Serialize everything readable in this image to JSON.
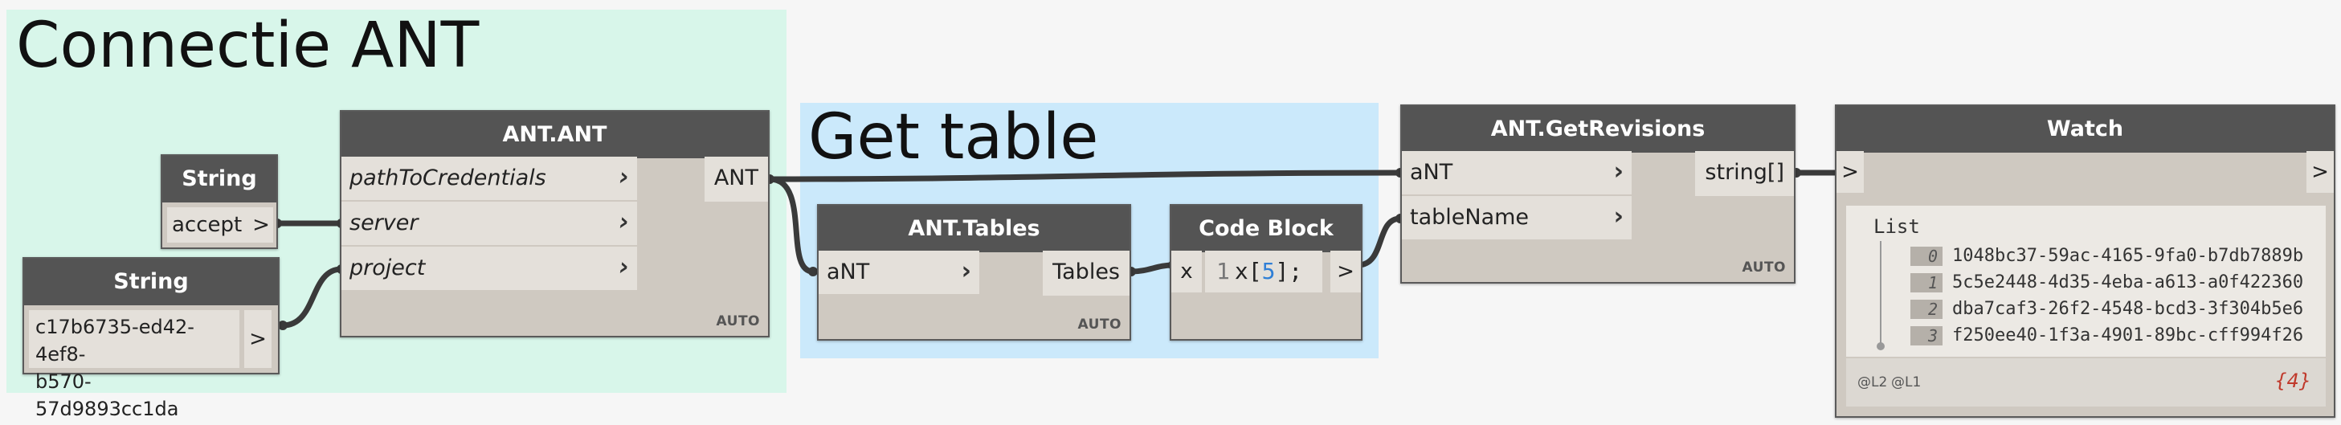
{
  "groups": [
    {
      "id": "connectie",
      "title": "Connectie ANT",
      "color": "#d8f6ea"
    },
    {
      "id": "gettable",
      "title": "Get table",
      "color": "#cbe9fb"
    }
  ],
  "nodes": {
    "string_accept": {
      "title": "String",
      "value": "accept",
      "out": ">"
    },
    "string_project": {
      "title": "String",
      "value_line1": "c17b6735-ed42-4ef8-",
      "value_line2": "b570-57d9893cc1da",
      "out": ">"
    },
    "ant_ant": {
      "title": "ANT.ANT",
      "inputs": [
        "pathToCredentials",
        "server",
        "project"
      ],
      "output": "ANT",
      "lacing": "AUTO"
    },
    "ant_tables": {
      "title": "ANT.Tables",
      "inputs": [
        "aNT"
      ],
      "output": "Tables",
      "lacing": "AUTO"
    },
    "code_block": {
      "title": "Code Block",
      "input": "x",
      "line_number": "1",
      "code_var": "x",
      "code_open": "[",
      "code_index": "5",
      "code_close": "];",
      "out": ">"
    },
    "ant_getrevisions": {
      "title": "ANT.GetRevisions",
      "inputs": [
        "aNT",
        "tableName"
      ],
      "output": "string[]",
      "lacing": "AUTO"
    },
    "watch": {
      "title": "Watch",
      "in": ">",
      "out": ">",
      "list_label": "List",
      "items": [
        {
          "index": "0",
          "value": "1048bc37-59ac-4165-9fa0-b7db7889b"
        },
        {
          "index": "1",
          "value": "5c5e2448-4d35-4eba-a613-a0f422360"
        },
        {
          "index": "2",
          "value": "dba7caf3-26f2-4548-bcd3-3f304b5e6"
        },
        {
          "index": "3",
          "value": "f250ee40-1f3a-4901-89bc-cff994f26"
        }
      ],
      "levels": [
        "@L2",
        "@L1"
      ],
      "count": "{4}"
    }
  },
  "colors": {
    "canvas": "#f6f6f6",
    "node_header": "#545454",
    "node_body": "#cfc9c1",
    "port": "#e4e0da",
    "wire": "#3a3a3a",
    "code_index": "#2f7fd6",
    "count": "#c0392b"
  }
}
